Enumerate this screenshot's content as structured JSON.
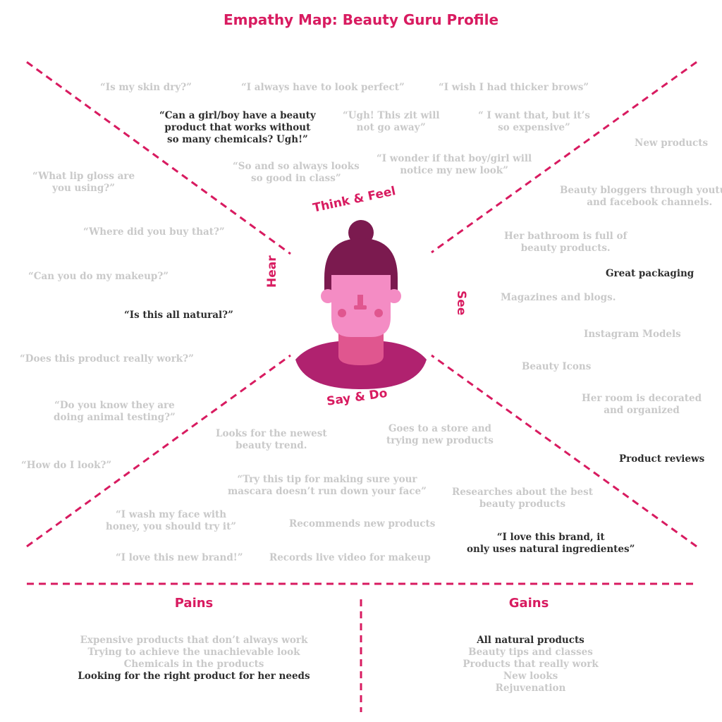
{
  "title": "Empathy Map: Beauty Guru Profile",
  "quadrants": {
    "think": "Think & Feel",
    "hear": "Hear",
    "see": "See",
    "say": "Say & Do"
  },
  "think_notes": [
    "“Is my skin dry?”",
    "“I always have to look perfect”",
    "“I wish I had thicker brows”",
    "“Can a girl/boy have a beauty\nproduct that works without\nso many chemicals? Ugh!”",
    "“Ugh! This zit will\nnot go away”",
    "“ I want that, but it’s\nso expensive”",
    "“So and so always looks\nso good in class”",
    "“I wonder if that boy/girl will\nnotice my new look”"
  ],
  "hear_notes": [
    "“What lip gloss are\nyou using?”",
    "“Where did you buy that?”",
    "“Can you do my makeup?”",
    "“Is this all natural?”",
    "“Does this product really work?”",
    "“Do you know they are\ndoing animal testing?”",
    "“How do I look?”"
  ],
  "see_notes": [
    "New products",
    "Beauty bloggers through youtube\nand facebook channels.",
    "Her bathroom is full of\nbeauty products.",
    "Great packaging",
    "Magazines and blogs.",
    "Instagram Models",
    "Beauty Icons",
    "Her room is decorated\nand organized",
    "Product reviews"
  ],
  "say_notes": [
    "Looks for the newest\nbeauty trend.",
    "Goes to a store and\ntrying new products",
    "“Try this tip for making sure your\nmascara doesn’t run down your face”",
    "Researches about the best\nbeauty products",
    "“I wash my face with\nhoney, you should try it”",
    "Recommends new products",
    "“I love this brand, it\nonly uses natural ingredientes”",
    "“I love this new brand!”",
    "Records live video for makeup"
  ],
  "pains": {
    "title": "Pains",
    "items": [
      "Expensive products that don’t always work",
      "Trying to achieve the unachievable look",
      "Chemicals in the products",
      "Looking for the right product for her needs"
    ]
  },
  "gains": {
    "title": "Gains",
    "items": [
      "All natural products",
      "Beauty tips and classes",
      "Products that really work",
      "New looks",
      "Rejuvenation"
    ]
  },
  "colors": {
    "accent": "#d81b60",
    "muted_text": "#c9c9c9",
    "dark_text": "#2e2e2e",
    "hair": "#7b1a4f",
    "skin": "#f48cc4",
    "skin_dark": "#e0568f",
    "shirt": "#b0226f"
  }
}
